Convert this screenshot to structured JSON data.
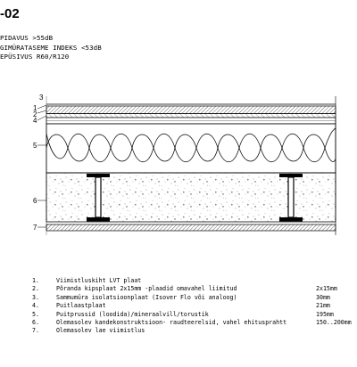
{
  "title": "-02",
  "properties": [
    "PIDAVUS >55dB",
    "GIMÜRATASEME INDEKS <53dB",
    "EPÜSIVUS R60/R120"
  ],
  "section_labels": [
    "1",
    "2",
    "3",
    "4",
    "5",
    "6",
    "7"
  ],
  "layers": [
    {
      "num": "1.",
      "desc": "Viimistluskiht LVT plaat",
      "thickness": ""
    },
    {
      "num": "2.",
      "desc": "Põranda kipsplaat 2x15mm -plaadid omavahel liimitud",
      "thickness": "2x15mm"
    },
    {
      "num": "3.",
      "desc": "Sammumüra isolatsioonplaat (Isover Flo või analoog)",
      "thickness": "30mm"
    },
    {
      "num": "4.",
      "desc": "Puitlaastplaat",
      "thickness": "21mm"
    },
    {
      "num": "5.",
      "desc": "Puitprussid (loodida)/mineraalvill/torustik",
      "thickness": "195mm"
    },
    {
      "num": "6.",
      "desc": "Olemasolev kandekonstruktsioon- raudteerelsid, vahel ehitusprahtt",
      "thickness": "150..200mm"
    },
    {
      "num": "7.",
      "desc": "Olemasolev lae viimistlus",
      "thickness": ""
    }
  ]
}
